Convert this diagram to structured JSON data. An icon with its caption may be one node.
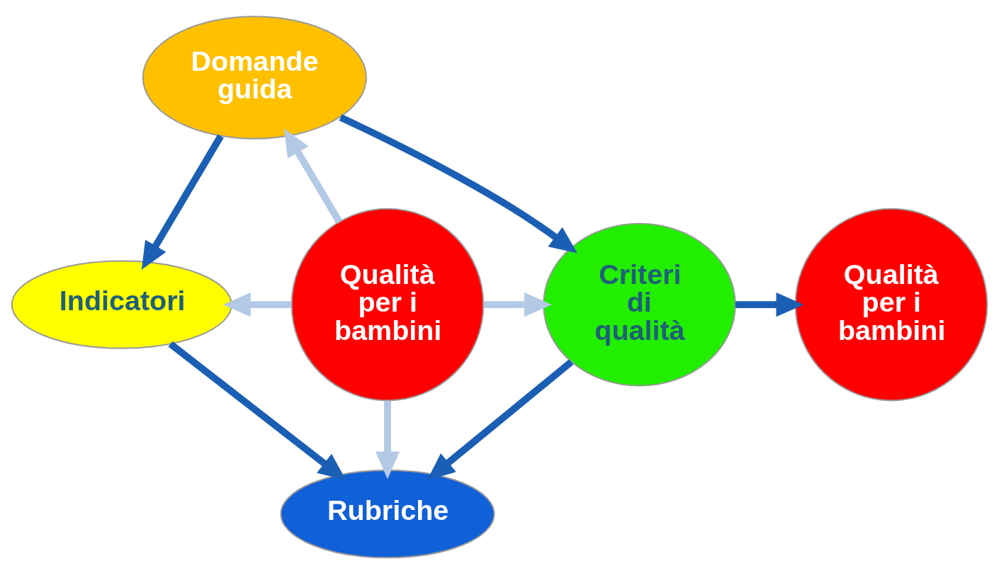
{
  "diagram": {
    "nodes": [
      {
        "text": [
          "Domande guida"
        ]
      },
      {
        "text": [
          "Indicatori"
        ]
      },
      {
        "text": [
          "Qualità per i bambini"
        ]
      },
      {
        "text": [
          "Criteri di qualità"
        ]
      },
      {
        "text": [
          "Rubriche"
        ]
      },
      {
        "text": [
          "Qualità per i bambini"
        ]
      }
    ],
    "edges": [
      {
        "from": 2,
        "to": 0,
        "arrow": "to",
        "color": "#b3c9e6"
      },
      {
        "from": 2,
        "to": 1,
        "arrow": "to",
        "color": "#b3c9e6"
      },
      {
        "from": 2,
        "to": 3,
        "arrow": "to",
        "color": "#b3c9e6"
      },
      {
        "from": 2,
        "to": 4,
        "arrow": "to",
        "color": "#b3c9e6"
      },
      {
        "from": 0,
        "to": 1,
        "arrow": "to"
      },
      {
        "from": 0,
        "to": 3,
        "arrow": "to"
      },
      {
        "from": 1,
        "to": 4,
        "arrow": "to"
      },
      {
        "from": 3,
        "to": 4,
        "arrow": "to"
      },
      {
        "from": 3,
        "to": 5,
        "arrow": "to"
      }
    ]
  }
}
